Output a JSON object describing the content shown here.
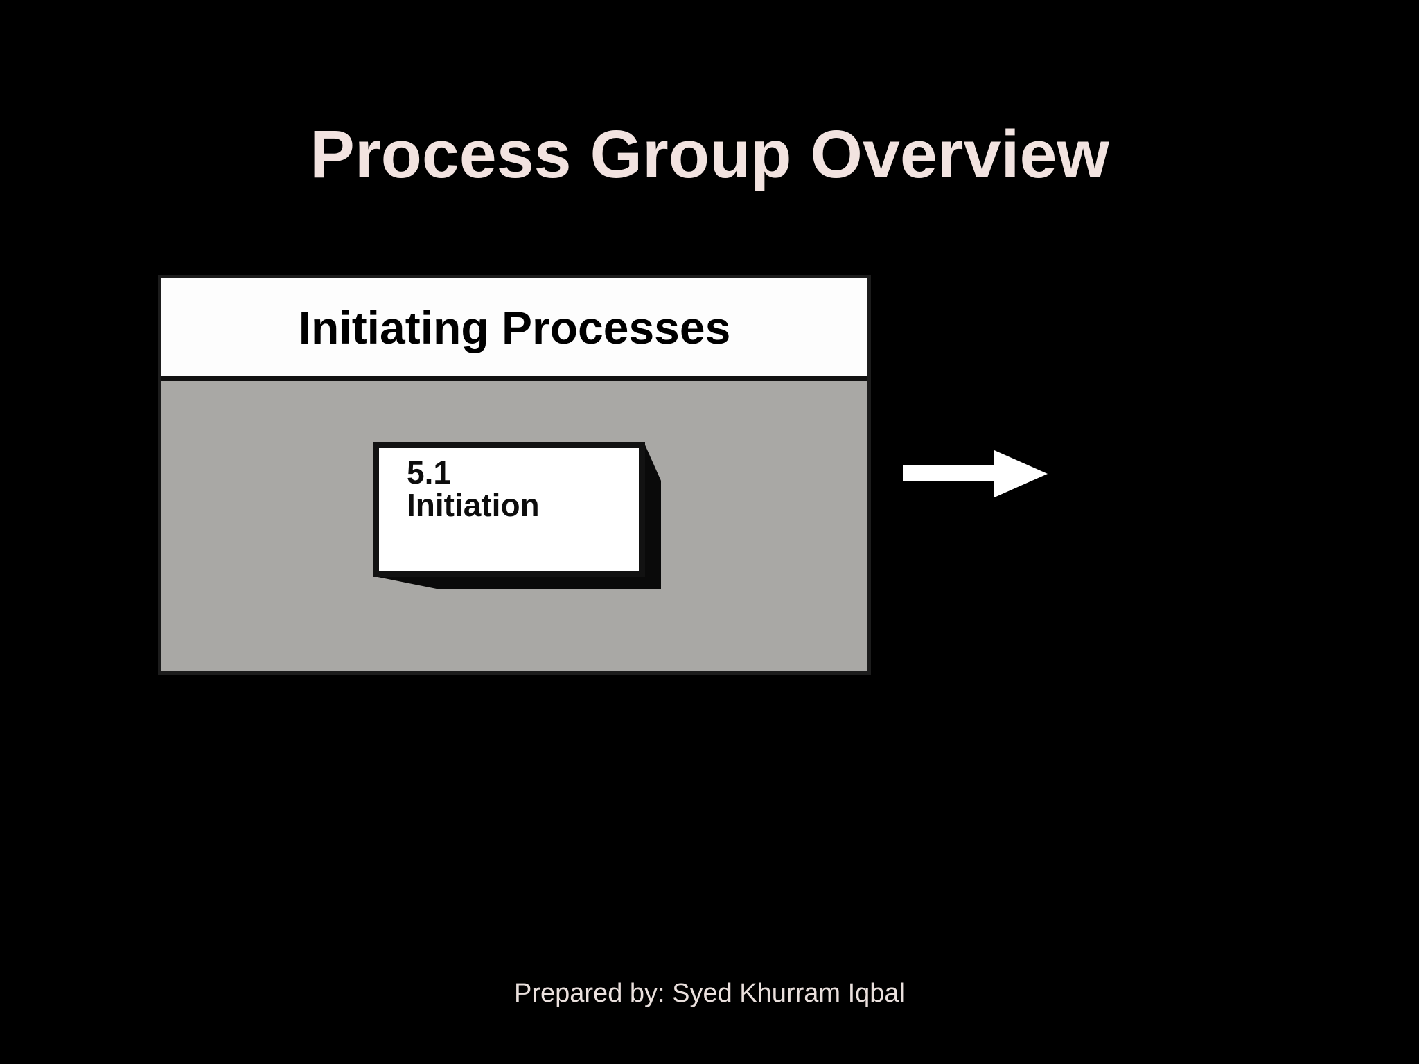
{
  "slide": {
    "title": "Process Group Overview",
    "footer": "Prepared by: Syed Khurram Iqbal"
  },
  "diagram": {
    "group": {
      "header": "Initiating Processes",
      "processes": [
        {
          "id": "5.1",
          "name": "Initiation"
        }
      ],
      "arrow": {
        "icon": "right-arrow",
        "direction": "right"
      }
    }
  },
  "colors": {
    "background": "#000000",
    "title_text": "#f2e3e0",
    "group_header_bg": "#fdfdfd",
    "group_header_text": "#000000",
    "group_border": "#1c1c1c",
    "group_body_bg": "#a9a8a5",
    "process_box_bg": "#ffffff",
    "process_box_border": "#121212",
    "process_box_shadow": "#0a0a0a",
    "arrow_fill": "#ffffff",
    "footer_text": "#eae0dd"
  }
}
